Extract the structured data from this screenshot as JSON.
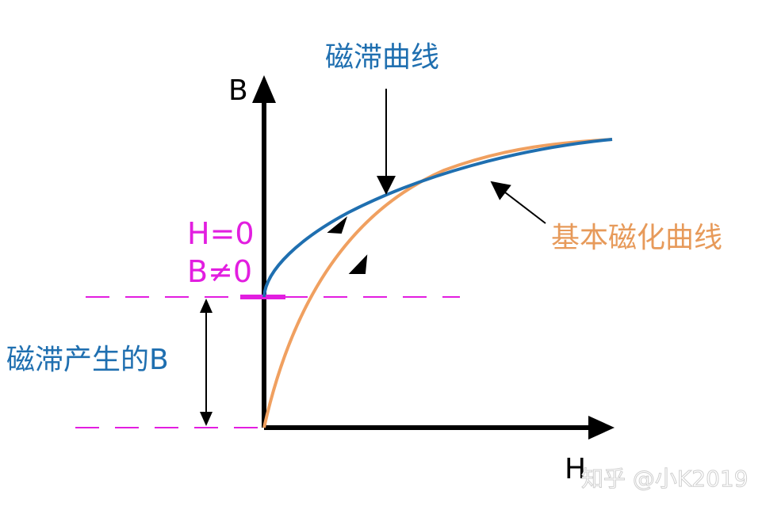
{
  "labels": {
    "axis_b": "B",
    "axis_h": "H",
    "hysteresis_curve": "磁滞曲线",
    "basic_magnetization_curve": "基本磁化曲线",
    "condition_h": "H=0",
    "condition_b": "B≠0",
    "remanence_label": "磁滞产生的B"
  },
  "watermark": "知乎 @小K2019",
  "colors": {
    "hysteresis": "#1f6fb0",
    "basic": "#f0a060",
    "guides": "#e21ee0",
    "axes": "#000000"
  }
}
